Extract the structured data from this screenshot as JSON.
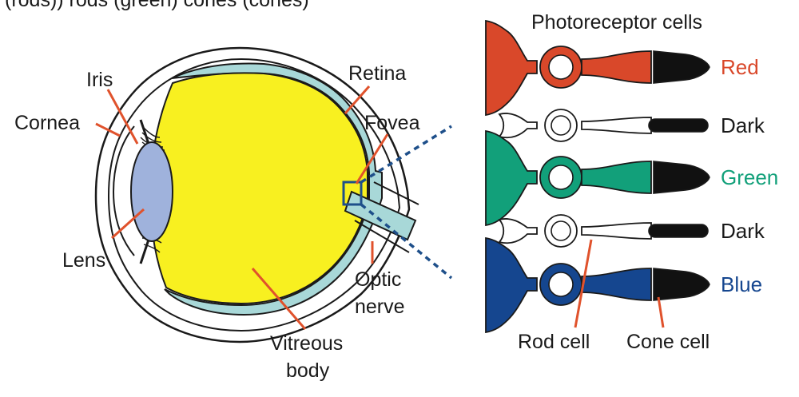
{
  "header": {
    "partial_top_text": "(rods)) rods (green) cones (cones)"
  },
  "eye": {
    "labels": {
      "iris": "Iris",
      "cornea": "Cornea",
      "lens": "Lens",
      "retina": "Retina",
      "fovea": "Fovea",
      "optic_nerve_1": "Optic",
      "optic_nerve_2": "nerve",
      "vitreous_1": "Vitreous",
      "vitreous_2": "body"
    },
    "colors": {
      "vitreous": "#f8f020",
      "lens": "#9fb2dc",
      "retina": "#a8d8d8",
      "pointer": "#e0522c",
      "zoom": "#1e4f8a"
    }
  },
  "photoreceptors": {
    "title": "Photoreceptor cells",
    "rows": [
      {
        "label": "Red",
        "color": "#d9482a",
        "kind": "cone"
      },
      {
        "label": "Dark",
        "color": "#1a1a1a",
        "kind": "rod"
      },
      {
        "label": "Green",
        "color": "#12a07a",
        "kind": "cone"
      },
      {
        "label": "Dark",
        "color": "#1a1a1a",
        "kind": "rod"
      },
      {
        "label": "Blue",
        "color": "#15468f",
        "kind": "cone"
      }
    ],
    "bottom_labels": {
      "rod": "Rod cell",
      "cone": "Cone cell"
    }
  }
}
